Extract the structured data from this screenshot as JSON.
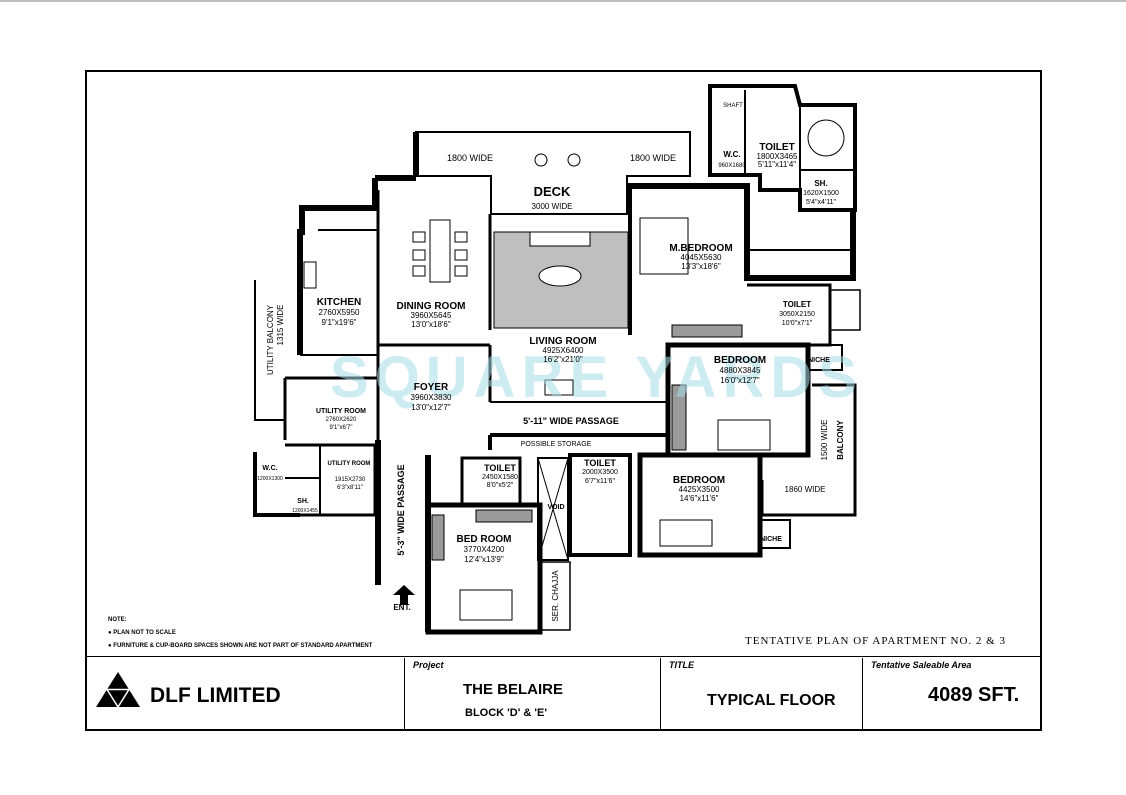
{
  "rooms": {
    "deck": {
      "name": "DECK",
      "size": "3000 WIDE"
    },
    "deck_left_width": "1800 WIDE",
    "deck_right_width": "1800 WIDE",
    "toilet_master": {
      "name": "TOILET",
      "size_mm": "1800X3465",
      "size_ft": "5'11\"x11'4\""
    },
    "wc_master": {
      "name": "W.C.",
      "size_mm": "960X1680"
    },
    "shower_master": {
      "name": "SH.",
      "size_mm": "1620X1500",
      "size_ft": "5'4\"x4'11\""
    },
    "shaft": {
      "name": "SHAFT"
    },
    "dining": {
      "name": "DINING ROOM",
      "size_mm": "3960X5645",
      "size_ft": "13'0\"x18'6\""
    },
    "living": {
      "name": "LIVING ROOM",
      "size_mm": "4925X6400",
      "size_ft": "16'2\"x21'0\""
    },
    "master_bedroom": {
      "name": "M.BEDROOM",
      "size_mm": "4045X5630",
      "size_ft": "13'3\"x18'6\""
    },
    "kitchen": {
      "name": "KITCHEN",
      "size_mm": "2760X5950",
      "size_ft": "9'1\"x19'6\""
    },
    "utility_balcony": {
      "name": "UTILITY BALCONY",
      "width": "1315 WIDE"
    },
    "toilet_bed1": {
      "name": "TOILET",
      "size_mm": "3050X2150",
      "size_ft": "10'0\"x7'1\""
    },
    "bedroom1": {
      "name": "BEDROOM",
      "size_mm": "4880X3845",
      "size_ft": "16'0\"x12'7\""
    },
    "niche_upper": {
      "name": "NICHE"
    },
    "foyer": {
      "name": "FOYER",
      "size_mm": "3960X3830",
      "size_ft": "13'0\"x12'7\""
    },
    "utility_room1": {
      "name": "UTILITY ROOM",
      "size_mm": "2760X2620",
      "size_ft": "9'1\"x6'7\""
    },
    "utility_room2": {
      "name": "UTILITY ROOM",
      "size_mm": "1915X2730",
      "size_ft": "6'3\"x8'11\""
    },
    "passage": {
      "name": "5'-11\" WIDE PASSAGE"
    },
    "possible_storage": {
      "name": "POSSIBLE STORAGE"
    },
    "balcony": {
      "name": "BALCONY",
      "width": "1500 WIDE"
    },
    "wc_servant": {
      "name": "W.C.",
      "size_mm": "1200X1300"
    },
    "sh_servant": {
      "name": "SH.",
      "size_mm": "1200X1455"
    },
    "toilet_bedroom_small": {
      "name": "TOILET",
      "size_mm": "2450X1580",
      "size_ft": "8'0\"x5'2\""
    },
    "toilet_bed2": {
      "name": "TOILET",
      "size_mm": "2000X3500",
      "size_ft": "6'7\"x11'6\""
    },
    "bedroom2": {
      "name": "BEDROOM",
      "size_mm": "4425X3500",
      "size_ft": "14'6\"x11'6\""
    },
    "width_1860": "1860 WIDE",
    "entry_passage": {
      "name": "5'-3\" WIDE PASSAGE"
    },
    "void": {
      "name": "VOID"
    },
    "bed_room": {
      "name": "BED ROOM",
      "size_mm": "3770X4200",
      "size_ft": "12'4\"x13'9\""
    },
    "niche_lower": {
      "name": "NICHE"
    },
    "ser_chajja": {
      "name": "SER. CHAJJA"
    },
    "entrance": {
      "name": "ENT."
    }
  },
  "watermark": "SQUARE YARDS",
  "notes": {
    "heading": "NOTE:",
    "items": [
      "● PLAN NOT TO SCALE",
      "● FURNITURE & CUP-BOARD SPACES SHOWN ARE NOT PART OF STANDARD APARTMENT"
    ]
  },
  "tentative_plan": "TENTATIVE PLAN OF APARTMENT NO. 2 & 3",
  "title_block": {
    "company": "DLF LIMITED",
    "project_heading": "Project",
    "project_name": "THE BELAIRE",
    "project_block": "BLOCK 'D' & 'E'",
    "title_heading": "TITLE",
    "title_value": "TYPICAL FLOOR",
    "area_heading": "Tentative Saleable Area",
    "area_value": "4089 SFT."
  },
  "colors": {
    "ink": "#000000",
    "watermark": "#a6dde8",
    "rug": "#bfbfbf"
  }
}
